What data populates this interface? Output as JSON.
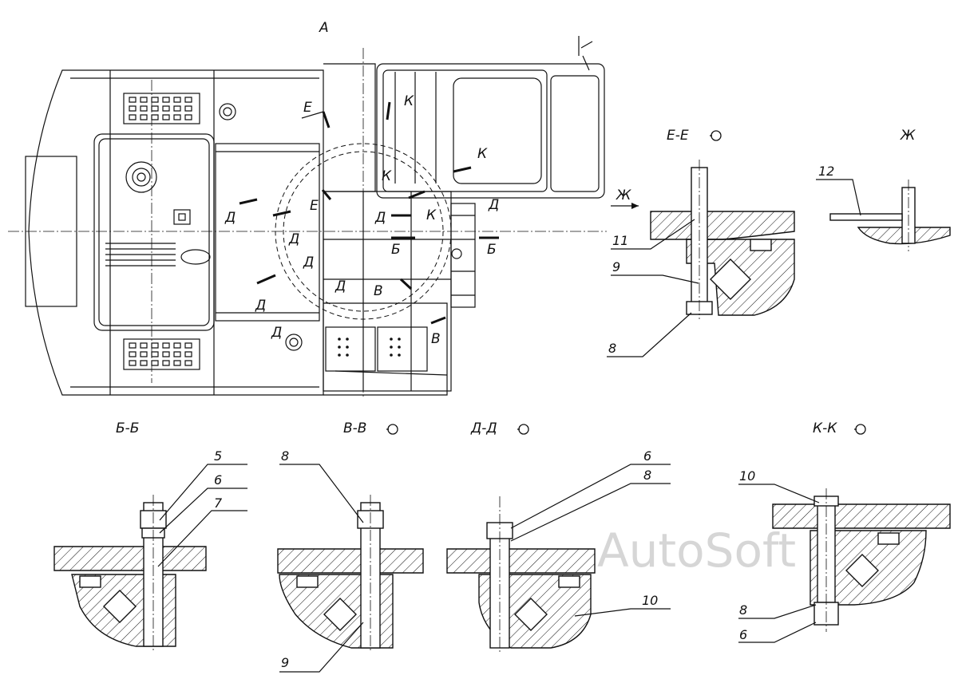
{
  "main_view": {
    "label": "А"
  },
  "sections": {
    "e_e": {
      "label": "Е-Е",
      "leaders": [
        "11",
        "9",
        "8"
      ]
    },
    "zh": {
      "label": "Ж",
      "leaders": [
        "12"
      ]
    },
    "b_b": {
      "label": "Б-Б",
      "leaders": [
        "5",
        "6",
        "7"
      ]
    },
    "v_v": {
      "label": "В-В",
      "leaders": [
        "8",
        "9"
      ]
    },
    "d_d": {
      "label": "Д-Д",
      "leaders": [
        "6",
        "8",
        "10"
      ]
    },
    "k_k": {
      "label": "К-К",
      "leaders": [
        "10",
        "8",
        "6"
      ]
    }
  },
  "view_arrow": {
    "label": "Ж"
  },
  "cut_markers": {
    "e": "Е",
    "k": "К",
    "d": "Д",
    "b": "Б",
    "v": "В"
  },
  "watermark": "AutoSoft",
  "icons": [
    "rotation-symbol-icon"
  ]
}
